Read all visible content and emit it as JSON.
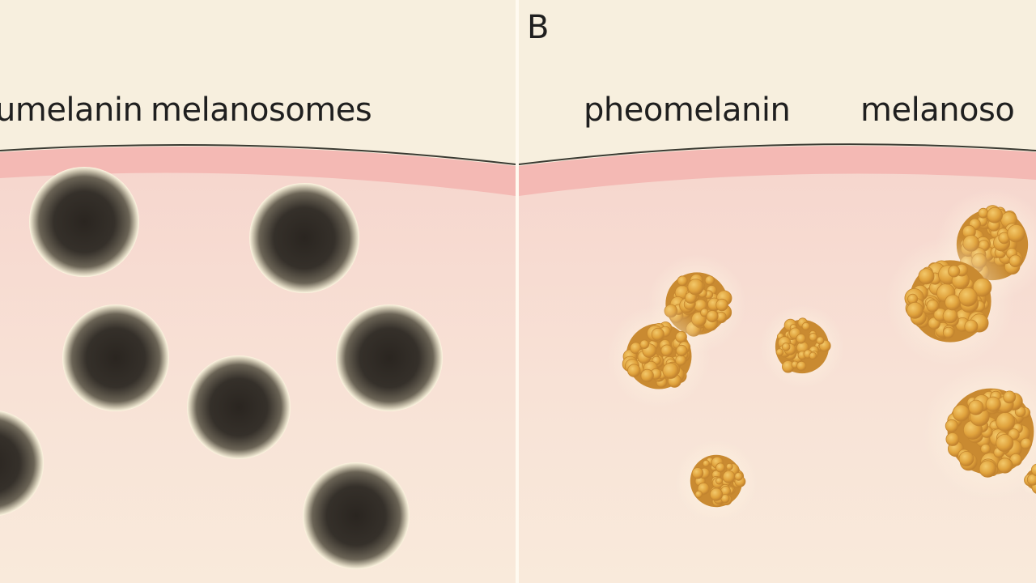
{
  "panels": {
    "a": {
      "title_left": "umelanin",
      "title_right": "melanosomes"
    },
    "b": {
      "letter": "B",
      "title_left": "pheomelanin",
      "title_right": "melanoso"
    }
  },
  "colors": {
    "background": "#f7efde",
    "skin_band": "#f4b9b4",
    "skin_tissue": "#f6d9d0",
    "eumelanin_core": "#2d2823",
    "eumelanin_halo": "#fff6df",
    "pheomelanin_granule": "#e0a23c",
    "pheomelanin_highlight": "#f0c467",
    "pheomelanin_shadow": "#b9792b"
  }
}
